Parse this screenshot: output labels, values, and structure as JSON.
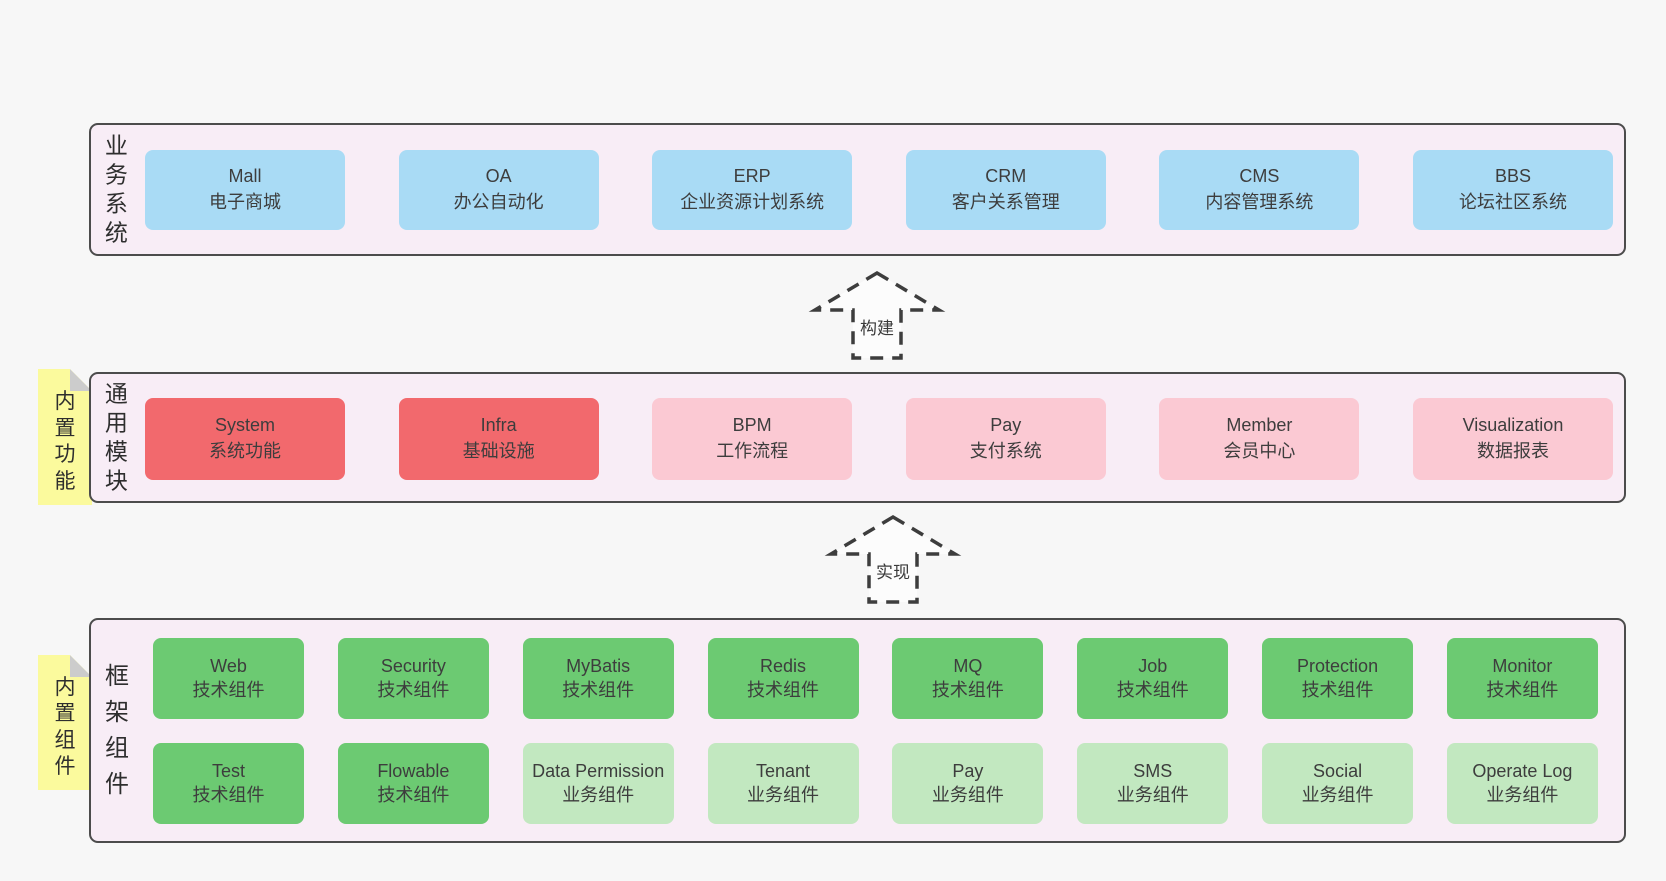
{
  "page": {
    "background": "#f7f7f7"
  },
  "colors": {
    "layer_background": "#f8edf6",
    "layer_border": "#4c4c4c",
    "blue_box": "#a9dbf5",
    "red_box": "#f2696d",
    "pink_box": "#fbc9d3",
    "green_box": "#6cca72",
    "light_green_box": "#c2e8c0",
    "sticky_note": "#fbfa9d",
    "sticky_fold": "#cccccc",
    "text": "#3d3d3d"
  },
  "layers": {
    "business": {
      "label": "业务系统",
      "boxes": [
        {
          "name": "Mall",
          "desc": "电子商城"
        },
        {
          "name": "OA",
          "desc": "办公自动化"
        },
        {
          "name": "ERP",
          "desc": "企业资源计划系统"
        },
        {
          "name": "CRM",
          "desc": "客户关系管理"
        },
        {
          "name": "CMS",
          "desc": "内容管理系统"
        },
        {
          "name": "BBS",
          "desc": "论坛社区系统"
        }
      ]
    },
    "modules": {
      "label": "通用模块",
      "sticky": "内置功能",
      "boxes": [
        {
          "name": "System",
          "desc": "系统功能"
        },
        {
          "name": "Infra",
          "desc": "基础设施"
        },
        {
          "name": "BPM",
          "desc": "工作流程"
        },
        {
          "name": "Pay",
          "desc": "支付系统"
        },
        {
          "name": "Member",
          "desc": "会员中心"
        },
        {
          "name": "Visualization",
          "desc": "数据报表"
        }
      ]
    },
    "components": {
      "label": "框架组件",
      "sticky": "内置组件",
      "rows": [
        [
          {
            "name": "Web",
            "desc": "技术组件"
          },
          {
            "name": "Security",
            "desc": "技术组件"
          },
          {
            "name": "MyBatis",
            "desc": "技术组件"
          },
          {
            "name": "Redis",
            "desc": "技术组件"
          },
          {
            "name": "MQ",
            "desc": "技术组件"
          },
          {
            "name": "Job",
            "desc": "技术组件"
          },
          {
            "name": "Protection",
            "desc": "技术组件"
          },
          {
            "name": "Monitor",
            "desc": "技术组件"
          }
        ],
        [
          {
            "name": "Test",
            "desc": "技术组件"
          },
          {
            "name": "Flowable",
            "desc": "技术组件"
          },
          {
            "name": "Data Permission",
            "desc": "业务组件"
          },
          {
            "name": "Tenant",
            "desc": "业务组件"
          },
          {
            "name": "Pay",
            "desc": "业务组件"
          },
          {
            "name": "SMS",
            "desc": "业务组件"
          },
          {
            "name": "Social",
            "desc": "业务组件"
          },
          {
            "name": "Operate Log",
            "desc": "业务组件"
          }
        ]
      ]
    }
  },
  "arrows": {
    "build": "构建",
    "implement": "实现"
  }
}
